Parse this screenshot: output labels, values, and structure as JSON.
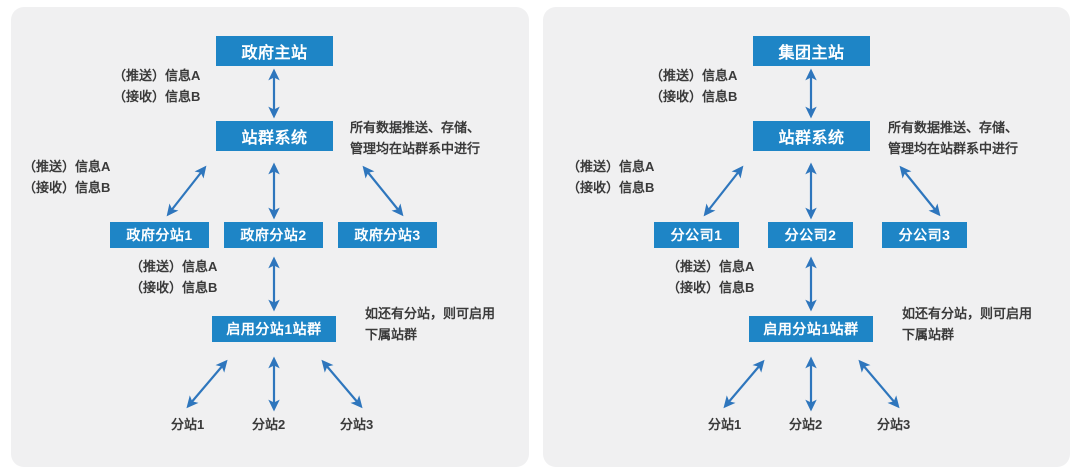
{
  "theme": {
    "page_bg": "#ffffff",
    "panel_bg": "#f0f0f1",
    "node_fill": "#1e85c6",
    "node_text": "#ffffff",
    "note_text": "#3a3a3a",
    "arrow_color": "#2e76bd"
  },
  "diagrams": [
    {
      "id": "government",
      "nodes": {
        "root": "政府主站",
        "system": "站群系统",
        "branch1": "政府分站1",
        "branch2": "政府分站2",
        "branch3": "政府分站3",
        "subsystem": "启用分站1站群"
      },
      "notes": {
        "top_push": "（推送）信息A",
        "top_recv": "（接收）信息B",
        "mid_push": "（推送）信息A",
        "mid_recv": "（接收）信息B",
        "low_push": "（推送）信息A",
        "low_recv": "（接收）信息B",
        "right_line1": "所有数据推送、存储、",
        "right_line2": "管理均在站群系中进行",
        "bottom_line1": "如还有分站，则可启用",
        "bottom_line2": "下属站群"
      },
      "leaves": {
        "leaf1": "分站1",
        "leaf2": "分站2",
        "leaf3": "分站3"
      }
    },
    {
      "id": "enterprise",
      "nodes": {
        "root": "集团主站",
        "system": "站群系统",
        "branch1": "分公司1",
        "branch2": "分公司2",
        "branch3": "分公司3",
        "subsystem": "启用分站1站群"
      },
      "notes": {
        "top_push": "（推送）信息A",
        "top_recv": "（接收）信息B",
        "mid_push": "（推送）信息A",
        "mid_recv": "（接收）信息B",
        "low_push": "（推送）信息A",
        "low_recv": "（接收）信息B",
        "right_line1": "所有数据推送、存储、",
        "right_line2": "管理均在站群系中进行",
        "bottom_line1": "如还有分站，则可启用",
        "bottom_line2": "下属站群"
      },
      "leaves": {
        "leaf1": "分站1",
        "leaf2": "分站2",
        "leaf3": "分站3"
      }
    }
  ]
}
